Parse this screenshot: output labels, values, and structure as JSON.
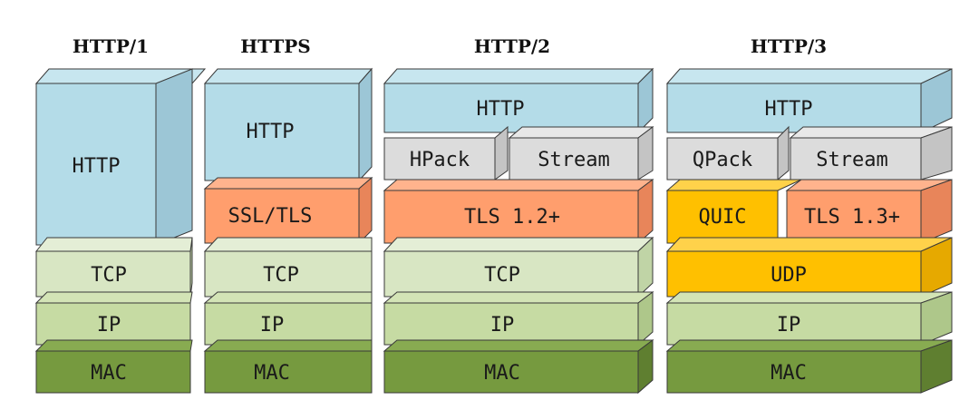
{
  "diagram": {
    "columns": [
      {
        "title": "HTTP/1",
        "layers": {
          "http": "HTTP",
          "tcp": "TCP",
          "ip": "IP",
          "mac": "MAC"
        }
      },
      {
        "title": "HTTPS",
        "layers": {
          "http": "HTTP",
          "ssl": "SSL/TLS",
          "tcp": "TCP",
          "ip": "IP",
          "mac": "MAC"
        }
      },
      {
        "title": "HTTP/2",
        "layers": {
          "http": "HTTP",
          "hpack": "HPack",
          "stream": "Stream",
          "tls": "TLS 1.2+",
          "tcp": "TCP",
          "ip": "IP",
          "mac": "MAC"
        }
      },
      {
        "title": "HTTP/3",
        "layers": {
          "http": "HTTP",
          "qpack": "QPack",
          "stream": "Stream",
          "quic": "QUIC",
          "tls": "TLS 1.3+",
          "udp": "UDP",
          "ip": "IP",
          "mac": "MAC"
        }
      }
    ],
    "colors": {
      "http": "#b4dce8",
      "gray": "#dcdcdc",
      "tls": "#ff9e6d",
      "quic": "#ffc000",
      "tcp": "#d8e6c3",
      "ip": "#c6dba3",
      "mac": "#769a3f"
    }
  }
}
